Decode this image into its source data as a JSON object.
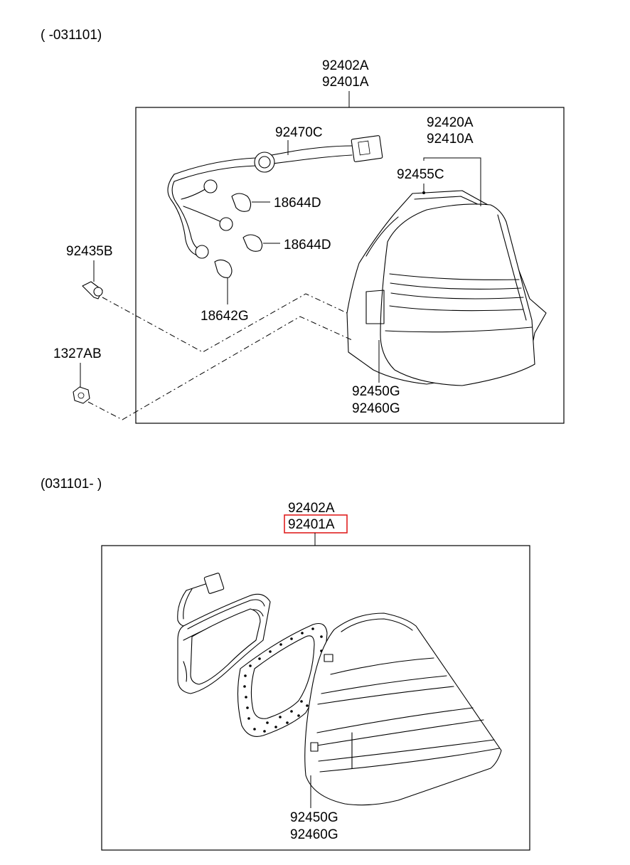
{
  "diagram": {
    "top_section": {
      "period_label": "( -031101)",
      "assembly_labels": [
        "92402A",
        "92401A"
      ],
      "parts": {
        "wiring": "92470C",
        "bulb_upper": "18644D",
        "bulb_middle": "18644D",
        "bulb_lower": "18642G",
        "lens_pair": [
          "92420A",
          "92410A"
        ],
        "gasket": "92455C",
        "screw": "92435B",
        "nut": "1327AB",
        "housing_pair": [
          "92450G",
          "92460G"
        ]
      }
    },
    "bottom_section": {
      "period_label": "(031101- )",
      "assembly_labels": [
        "92402A",
        "92401A"
      ],
      "highlighted_label": "92401A",
      "highlight_color": "#e02020",
      "parts": {
        "housing_pair": [
          "92450G",
          "92460G"
        ]
      }
    }
  }
}
